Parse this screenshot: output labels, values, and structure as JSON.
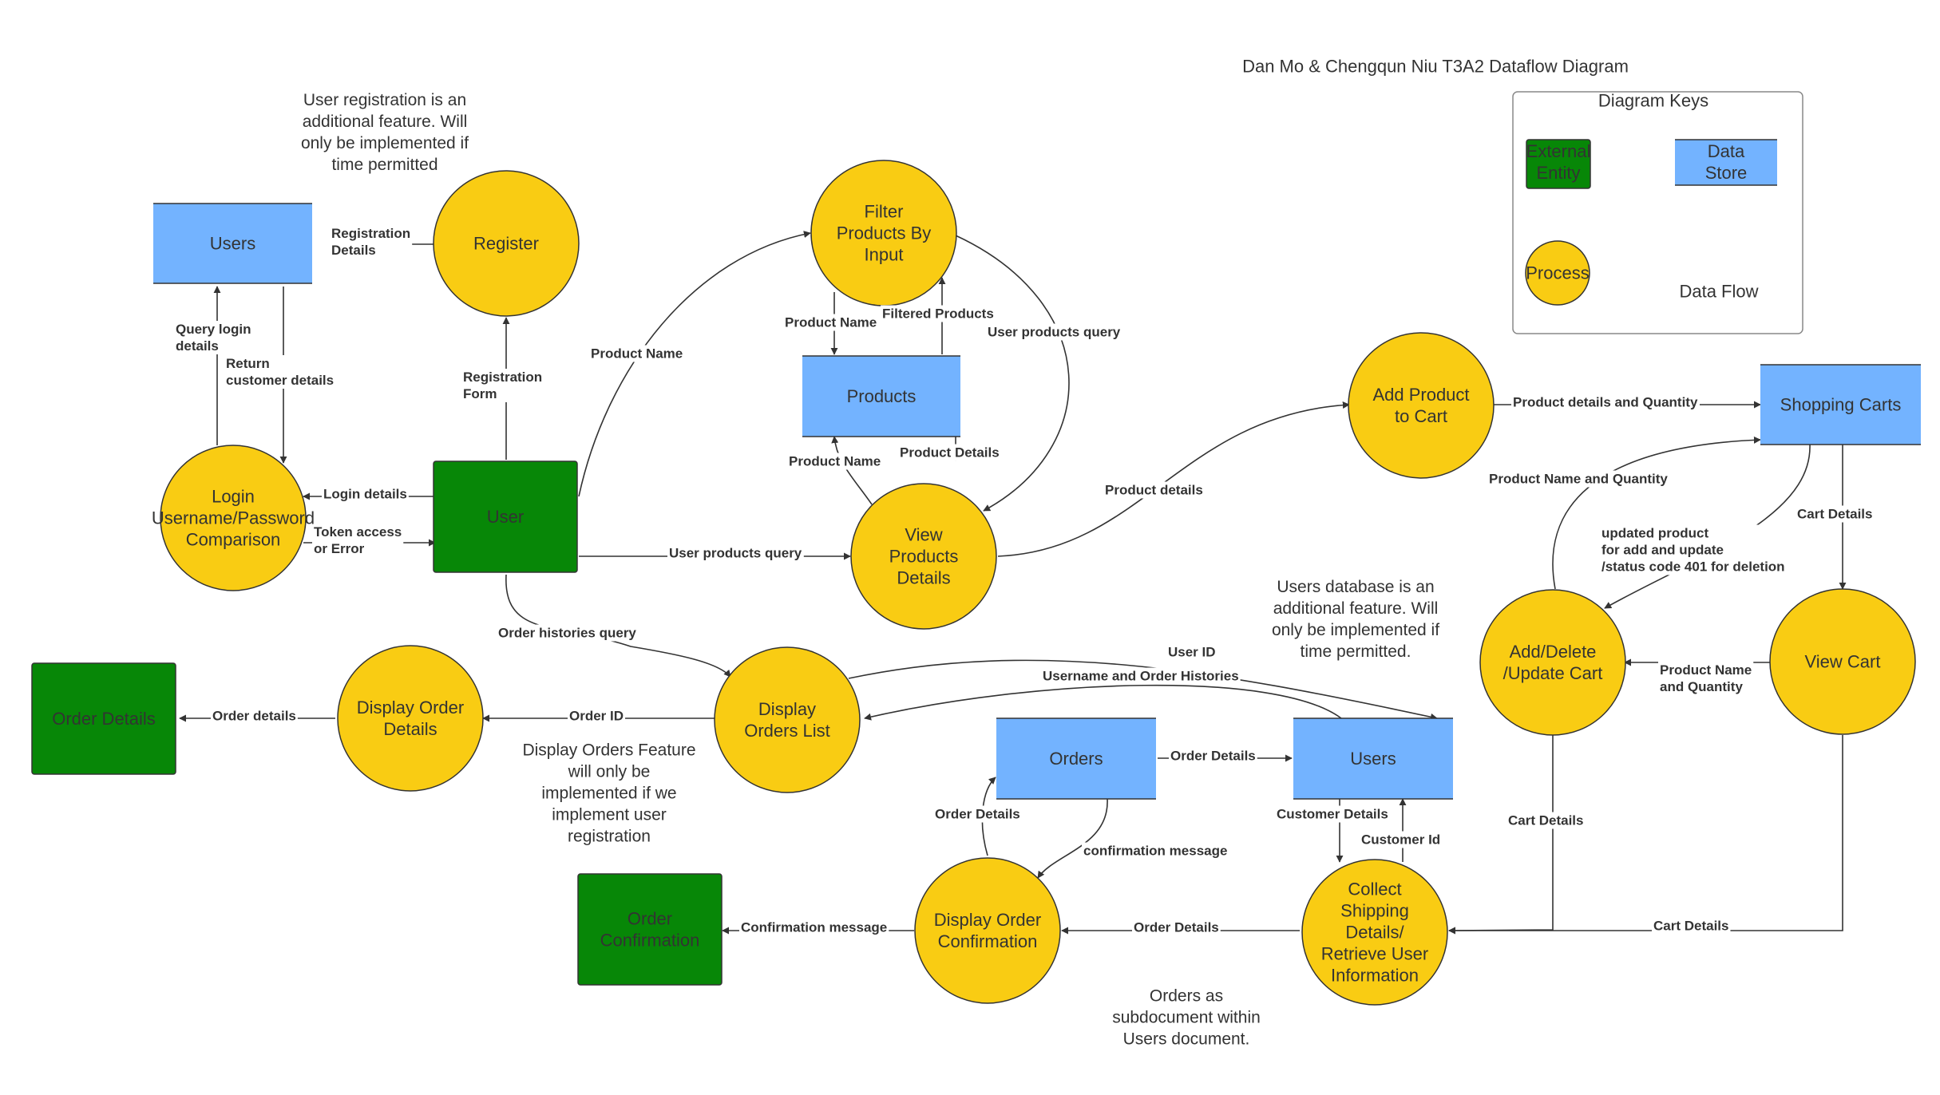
{
  "title": "Dan Mo & Chengqun Niu T3A2 Dataflow Diagram",
  "colors": {
    "external_entity": "#078707",
    "data_store": "#73b3ff",
    "process": "#f9cc13",
    "stroke": "#333333",
    "background": "#ffffff"
  },
  "legend": {
    "heading": "Diagram Keys",
    "external_entity": [
      "External",
      "Entity"
    ],
    "data_store": [
      "Data",
      "Store"
    ],
    "process": [
      "Process"
    ],
    "data_flow": [
      "Data Flow"
    ]
  },
  "notes": {
    "registration": [
      "User registration is an",
      "additional feature. Will",
      "only be implemented if",
      "time permitted"
    ],
    "users_db": [
      "Users database is an",
      "additional feature. Will",
      "only be implemented if",
      "time permitted."
    ],
    "display_orders": [
      "Display Orders Feature",
      "will only be",
      "implemented if we",
      "implement user",
      "registration"
    ],
    "orders_sub": [
      "Orders as",
      "subdocument within",
      "Users document."
    ]
  },
  "entities": {
    "user": [
      "User"
    ],
    "order_details": [
      "Order Details"
    ],
    "order_confirmation": [
      "Order",
      "Confirmation"
    ]
  },
  "stores": {
    "users_top": [
      "Users"
    ],
    "products": [
      "Products"
    ],
    "shopping_carts": [
      "Shopping Carts"
    ],
    "orders": [
      "Orders"
    ],
    "users_bottom": [
      "Users"
    ]
  },
  "processes": {
    "register": [
      "Register"
    ],
    "login": [
      "Login",
      "Username/Password",
      "Comparison"
    ],
    "filter": [
      "Filter",
      "Products By",
      "Input"
    ],
    "view_products": [
      "View",
      "Products",
      "Details"
    ],
    "add_to_cart": [
      "Add Product",
      "to Cart"
    ],
    "view_cart": [
      "View Cart"
    ],
    "add_delete": [
      "Add/Delete",
      "/Update Cart"
    ],
    "display_orders": [
      "Display",
      "Orders List"
    ],
    "display_order_details": [
      "Display Order",
      "Details"
    ],
    "collect_shipping": [
      "Collect",
      "Shipping",
      "Details/",
      "Retrieve User",
      "Information"
    ],
    "display_confirmation": [
      "Display Order",
      "Confirmation"
    ]
  },
  "flows": {
    "registration_details": [
      "Registration",
      "Details"
    ],
    "registration_form": [
      "Registration",
      "Form"
    ],
    "query_login": [
      "Query login",
      "details"
    ],
    "return_customer": [
      "Return",
      "customer details"
    ],
    "login_details": [
      "Login details"
    ],
    "token": [
      "Token access",
      "or Error"
    ],
    "product_name_user": [
      "Product Name"
    ],
    "product_name_filter": [
      "Product Name"
    ],
    "filtered_products": [
      "Filtered Products"
    ],
    "user_products_query_filter": [
      "User products query"
    ],
    "product_name_view": [
      "Product Name"
    ],
    "product_details_view": [
      "Product Details"
    ],
    "user_products_query": [
      "User products query"
    ],
    "product_details_add": [
      "Product details"
    ],
    "product_details_qty": [
      "Product details and Quantity"
    ],
    "product_name_qty": [
      "Product Name and Quantity"
    ],
    "updated_product": [
      "updated product",
      "for add and update",
      "/status code 401 for deletion"
    ],
    "cart_details_down": [
      "Cart Details"
    ],
    "product_name_qty_cart": [
      "Product Name",
      "and Quantity"
    ],
    "cart_details_left": [
      "Cart Details"
    ],
    "cart_details_bottom": [
      "Cart Details"
    ],
    "order_histories_query": [
      "Order histories query"
    ],
    "user_id": [
      "User ID"
    ],
    "username_histories": [
      "Username and Order Histories"
    ],
    "order_id": [
      "Order ID"
    ],
    "order_details_out": [
      "Order details"
    ],
    "order_details_store": [
      "Order Details"
    ],
    "customer_details": [
      "Customer Details"
    ],
    "customer_id": [
      "Customer Id"
    ],
    "confirmation_msg_store": [
      "confirmation message"
    ],
    "order_details_up": [
      "Order Details"
    ],
    "order_details_confirm": [
      "Order Details"
    ],
    "confirmation_message": [
      "Confirmation message"
    ]
  }
}
